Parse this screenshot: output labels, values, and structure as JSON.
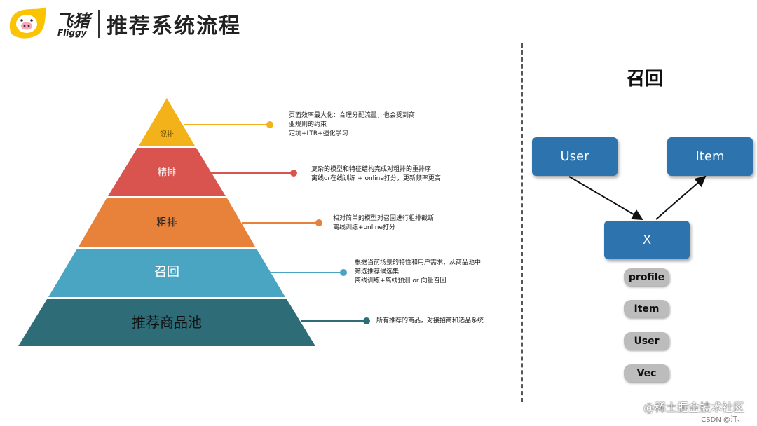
{
  "header": {
    "brand_cn": "飞猪",
    "brand_en": "Fliggy",
    "title": "推荐系统流程"
  },
  "pyramid": {
    "levels": [
      {
        "label": "混排",
        "color": "#f3b21a",
        "note": [
          "页面效率最大化：合理分配流量，也会受到商",
          "业规则的约束",
          "定坑+LTR+强化学习"
        ]
      },
      {
        "label": "精排",
        "color": "#d9534f",
        "note": [
          "复杂的模型和特征结构完成对粗排的重排序",
          "离线or在线训练 + online打分，更新频率更高"
        ]
      },
      {
        "label": "粗排",
        "color": "#e8813a",
        "note": [
          "相对简单的模型对召回进行粗排截断",
          "离线训练+online打分"
        ]
      },
      {
        "label": "召回",
        "color": "#4aa5c2",
        "note": [
          "根据当前场景的特性和用户需求，从商品池中",
          "筛选推荐候选集",
          "离线训练+离线预测 or 向量召回"
        ]
      },
      {
        "label": "推荐商品池",
        "color": "#2e6c78",
        "note": [
          "所有推荐的商品，对接招商和选品系统"
        ]
      }
    ]
  },
  "recall": {
    "title": "召回",
    "user_node": "User",
    "item_node": "Item",
    "x_node": "X",
    "features": [
      "profile",
      "Item",
      "User",
      "Vec"
    ]
  },
  "watermark": "@稀土掘金技术社区",
  "csdn": "CSDN @汀、"
}
